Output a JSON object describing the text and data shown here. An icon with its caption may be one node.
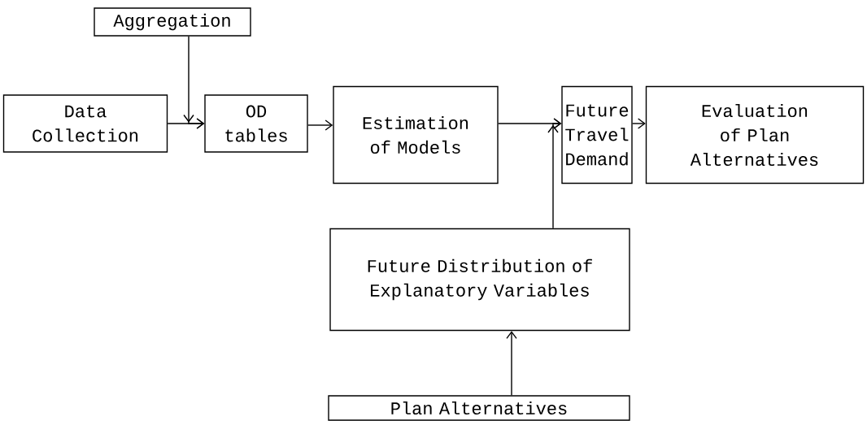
{
  "diagram": {
    "nodes": [
      {
        "text": [
          "Aggregation"
        ]
      },
      {
        "text": [
          "Data Collection"
        ]
      },
      {
        "text": [
          "OD tables"
        ]
      },
      {
        "text": [
          "Estimation of Models"
        ]
      },
      {
        "text": [
          "Future Travel Demand"
        ]
      },
      {
        "text": [
          "Evaluation of Plan Alternatives"
        ]
      },
      {
        "text": [
          "Future Distribution of Explanatory Variables"
        ]
      },
      {
        "text": [
          "Plan Alternatives"
        ]
      }
    ],
    "edges": [
      {
        "from": 0,
        "to": 2,
        "arrow": "to"
      },
      {
        "from": 1,
        "to": 2,
        "arrow": "to"
      },
      {
        "from": 2,
        "to": 3,
        "arrow": "to"
      },
      {
        "from": 3,
        "to": 4,
        "arrow": "to"
      },
      {
        "from": 4,
        "to": 5,
        "arrow": "to"
      },
      {
        "from": 6,
        "to": 4,
        "arrow": "to"
      },
      {
        "from": 7,
        "to": 6,
        "arrow": "to"
      }
    ]
  }
}
